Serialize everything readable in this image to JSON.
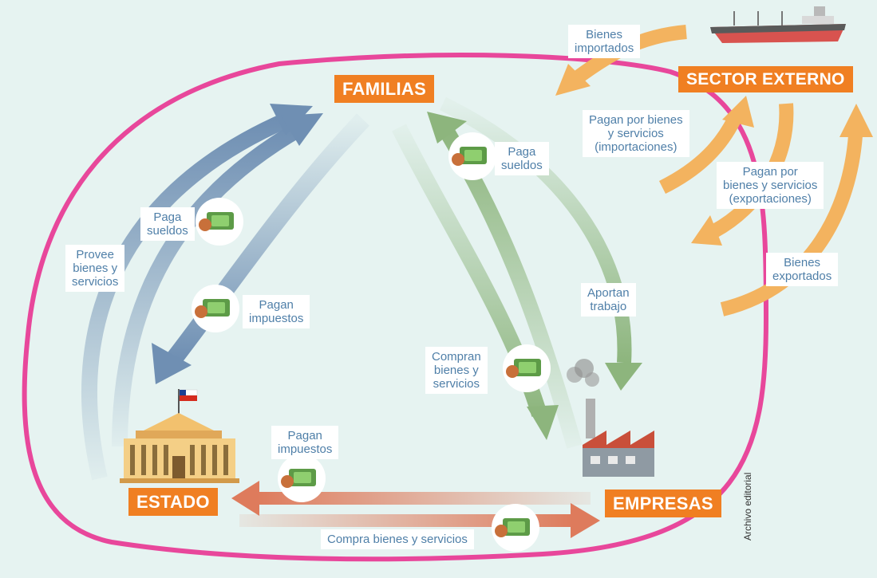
{
  "colors": {
    "background": "#e6f3f1",
    "ring": "#e8479b",
    "node_label": "#f07f22",
    "arrow_state": "#6f8fb3",
    "arrow_firms": "#8db57d",
    "arrow_external": "#f3b35f",
    "arrow_bottom": "#de7b5c",
    "tag_text": "#4f7fa8"
  },
  "nodes": {
    "familias": "FAMILIAS",
    "estado": "ESTADO",
    "empresas": "EMPRESAS",
    "sector_externo": "SECTOR EXTERNO"
  },
  "flows": {
    "provee_bienes": "Provee\nbienes y\nservicios",
    "estado_paga_sueldos": "Paga\nsueldos",
    "familias_pagan_impuestos": "Pagan\nimpuestos",
    "empresa_paga_sueldos": "Paga\nsueldos",
    "aportan_trabajo": "Aportan\ntrabajo",
    "compran_bienes": "Compran\nbienes y\nservicios",
    "empresas_pagan_impuestos": "Pagan\nimpuestos",
    "compra_bienes_servicios": "Compra bienes y servicios",
    "bienes_importados": "Bienes\nimportados",
    "pagan_importaciones": "Pagan por bienes\ny servicios\n(importaciones)",
    "pagan_exportaciones": "Pagan por\nbienes y servicios\n(exportaciones)",
    "bienes_exportados": "Bienes\nexportados"
  },
  "icons": [
    "money-icon",
    "government-building-icon",
    "factory-icon",
    "cargo-ship-icon",
    "chile-flag-icon"
  ],
  "credit": "Archivo editorial"
}
